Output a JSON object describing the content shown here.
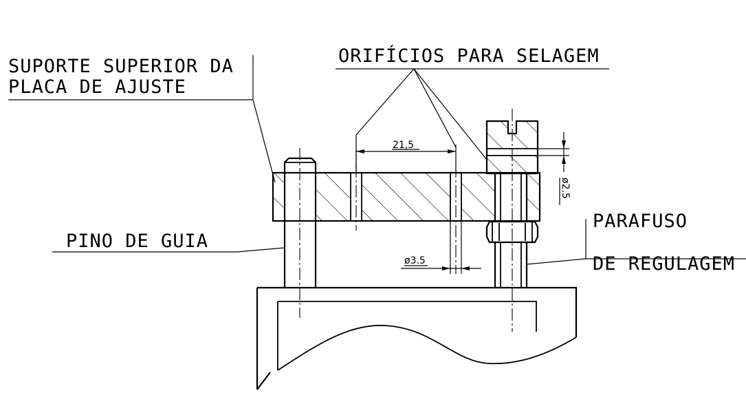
{
  "labels": {
    "suporte_line1": "SUPORTE SUPERIOR DA",
    "suporte_line2": "PLACA DE AJUSTE",
    "orificios": "ORIFÍCIOS PARA SELAGEM",
    "pino": "PINO DE  GUIA",
    "parafuso_line1": "PARAFUSO",
    "parafuso_line2": "DE REGULAGEM"
  },
  "dimensions": {
    "spacing": "21,5",
    "hole_diameter": "ø3.5",
    "screw_hole_diameter": "ø2.5"
  }
}
